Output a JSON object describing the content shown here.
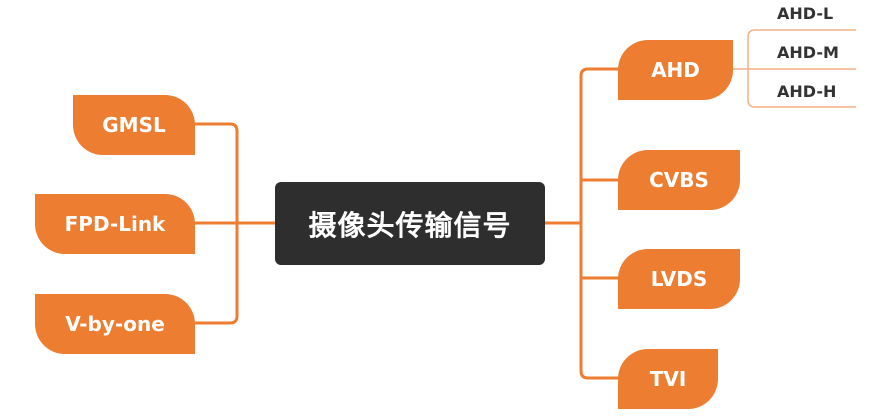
{
  "center": {
    "label": "摄像头传输信号"
  },
  "left_nodes": [
    {
      "label": "GMSL"
    },
    {
      "label": "FPD-Link"
    },
    {
      "label": "V-by-one"
    }
  ],
  "right_nodes": [
    {
      "label": "AHD",
      "children": [
        "AHD-L",
        "AHD-M",
        "AHD-H"
      ]
    },
    {
      "label": "CVBS"
    },
    {
      "label": "LVDS"
    },
    {
      "label": "TVI"
    }
  ],
  "colors": {
    "node": "#ed7d31",
    "center": "#2e2e2e",
    "line": "#ed7d31",
    "sub_line": "#f4b183"
  }
}
